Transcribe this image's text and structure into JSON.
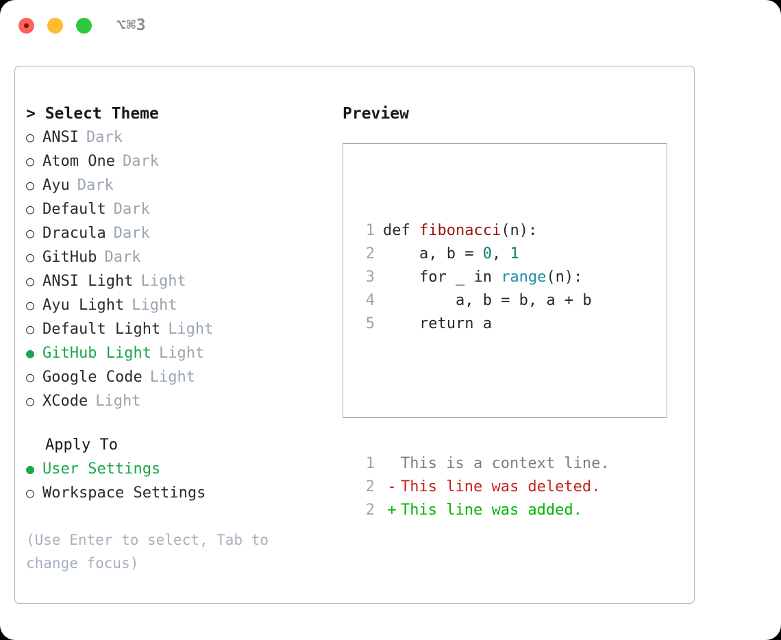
{
  "titlebar": {
    "shortcut": "⌥⌘3",
    "buttons": [
      "close",
      "minimize",
      "maximize"
    ]
  },
  "theme_picker": {
    "header": "> Select Theme",
    "options": [
      {
        "bullet": "○",
        "label": "ANSI",
        "tag": "Dark",
        "selected": false
      },
      {
        "bullet": "○",
        "label": "Atom One",
        "tag": "Dark",
        "selected": false
      },
      {
        "bullet": "○",
        "label": "Ayu",
        "tag": "Dark",
        "selected": false
      },
      {
        "bullet": "○",
        "label": "Default",
        "tag": "Dark",
        "selected": false
      },
      {
        "bullet": "○",
        "label": "Dracula",
        "tag": "Dark",
        "selected": false
      },
      {
        "bullet": "○",
        "label": "GitHub",
        "tag": "Dark",
        "selected": false
      },
      {
        "bullet": "○",
        "label": "ANSI Light",
        "tag": "Light",
        "selected": false
      },
      {
        "bullet": "○",
        "label": "Ayu Light",
        "tag": "Light",
        "selected": false
      },
      {
        "bullet": "○",
        "label": "Default Light",
        "tag": "Light",
        "selected": false
      },
      {
        "bullet": "●",
        "label": "GitHub Light",
        "tag": "Light",
        "selected": true
      },
      {
        "bullet": "○",
        "label": "Google Code",
        "tag": "Light",
        "selected": false
      },
      {
        "bullet": "○",
        "label": "XCode",
        "tag": "Light",
        "selected": false
      }
    ]
  },
  "apply_to": {
    "header": "Apply To",
    "options": [
      {
        "bullet": "●",
        "label": "User Settings",
        "selected": true
      },
      {
        "bullet": "○",
        "label": "Workspace Settings",
        "selected": false
      }
    ]
  },
  "hint": "(Use Enter to select, Tab to change focus)",
  "preview": {
    "title": "Preview",
    "code_lines": [
      {
        "no": "1",
        "tokens": [
          {
            "t": "def ",
            "c": "tok-def"
          },
          {
            "t": "fibonacci",
            "c": "tok-fn"
          },
          {
            "t": "(n):",
            "c": "tok-plain"
          }
        ]
      },
      {
        "no": "2",
        "tokens": [
          {
            "t": "    a, b = ",
            "c": "tok-plain"
          },
          {
            "t": "0",
            "c": "tok-num"
          },
          {
            "t": ", ",
            "c": "tok-plain"
          },
          {
            "t": "1",
            "c": "tok-num"
          }
        ]
      },
      {
        "no": "3",
        "tokens": [
          {
            "t": "    for _ in ",
            "c": "tok-plain"
          },
          {
            "t": "range",
            "c": "tok-builtin"
          },
          {
            "t": "(n):",
            "c": "tok-plain"
          }
        ]
      },
      {
        "no": "4",
        "tokens": [
          {
            "t": "        a, b = b, a + b",
            "c": "tok-plain"
          }
        ]
      },
      {
        "no": "5",
        "tokens": [
          {
            "t": "    return a",
            "c": "tok-plain"
          }
        ]
      }
    ],
    "diff_lines": [
      {
        "no": "1",
        "mark": " ",
        "text": "This is a context line.",
        "kind": "diff-ctx"
      },
      {
        "no": "2",
        "mark": "-",
        "text": "This line was deleted.",
        "kind": "diff-del"
      },
      {
        "no": "2",
        "mark": "+",
        "text": "This line was added.",
        "kind": "diff-add"
      }
    ]
  },
  "colors": {
    "selection_green": "#18a74a",
    "diff_add_green": "#00b400",
    "diff_del_red": "#c0241a",
    "function_red": "#9d1313",
    "builtin_blue": "#1f8fa8",
    "number_teal": "#0e7c6b",
    "muted_gray": "#9aa5b1",
    "border_gray": "#a8b2bd"
  }
}
